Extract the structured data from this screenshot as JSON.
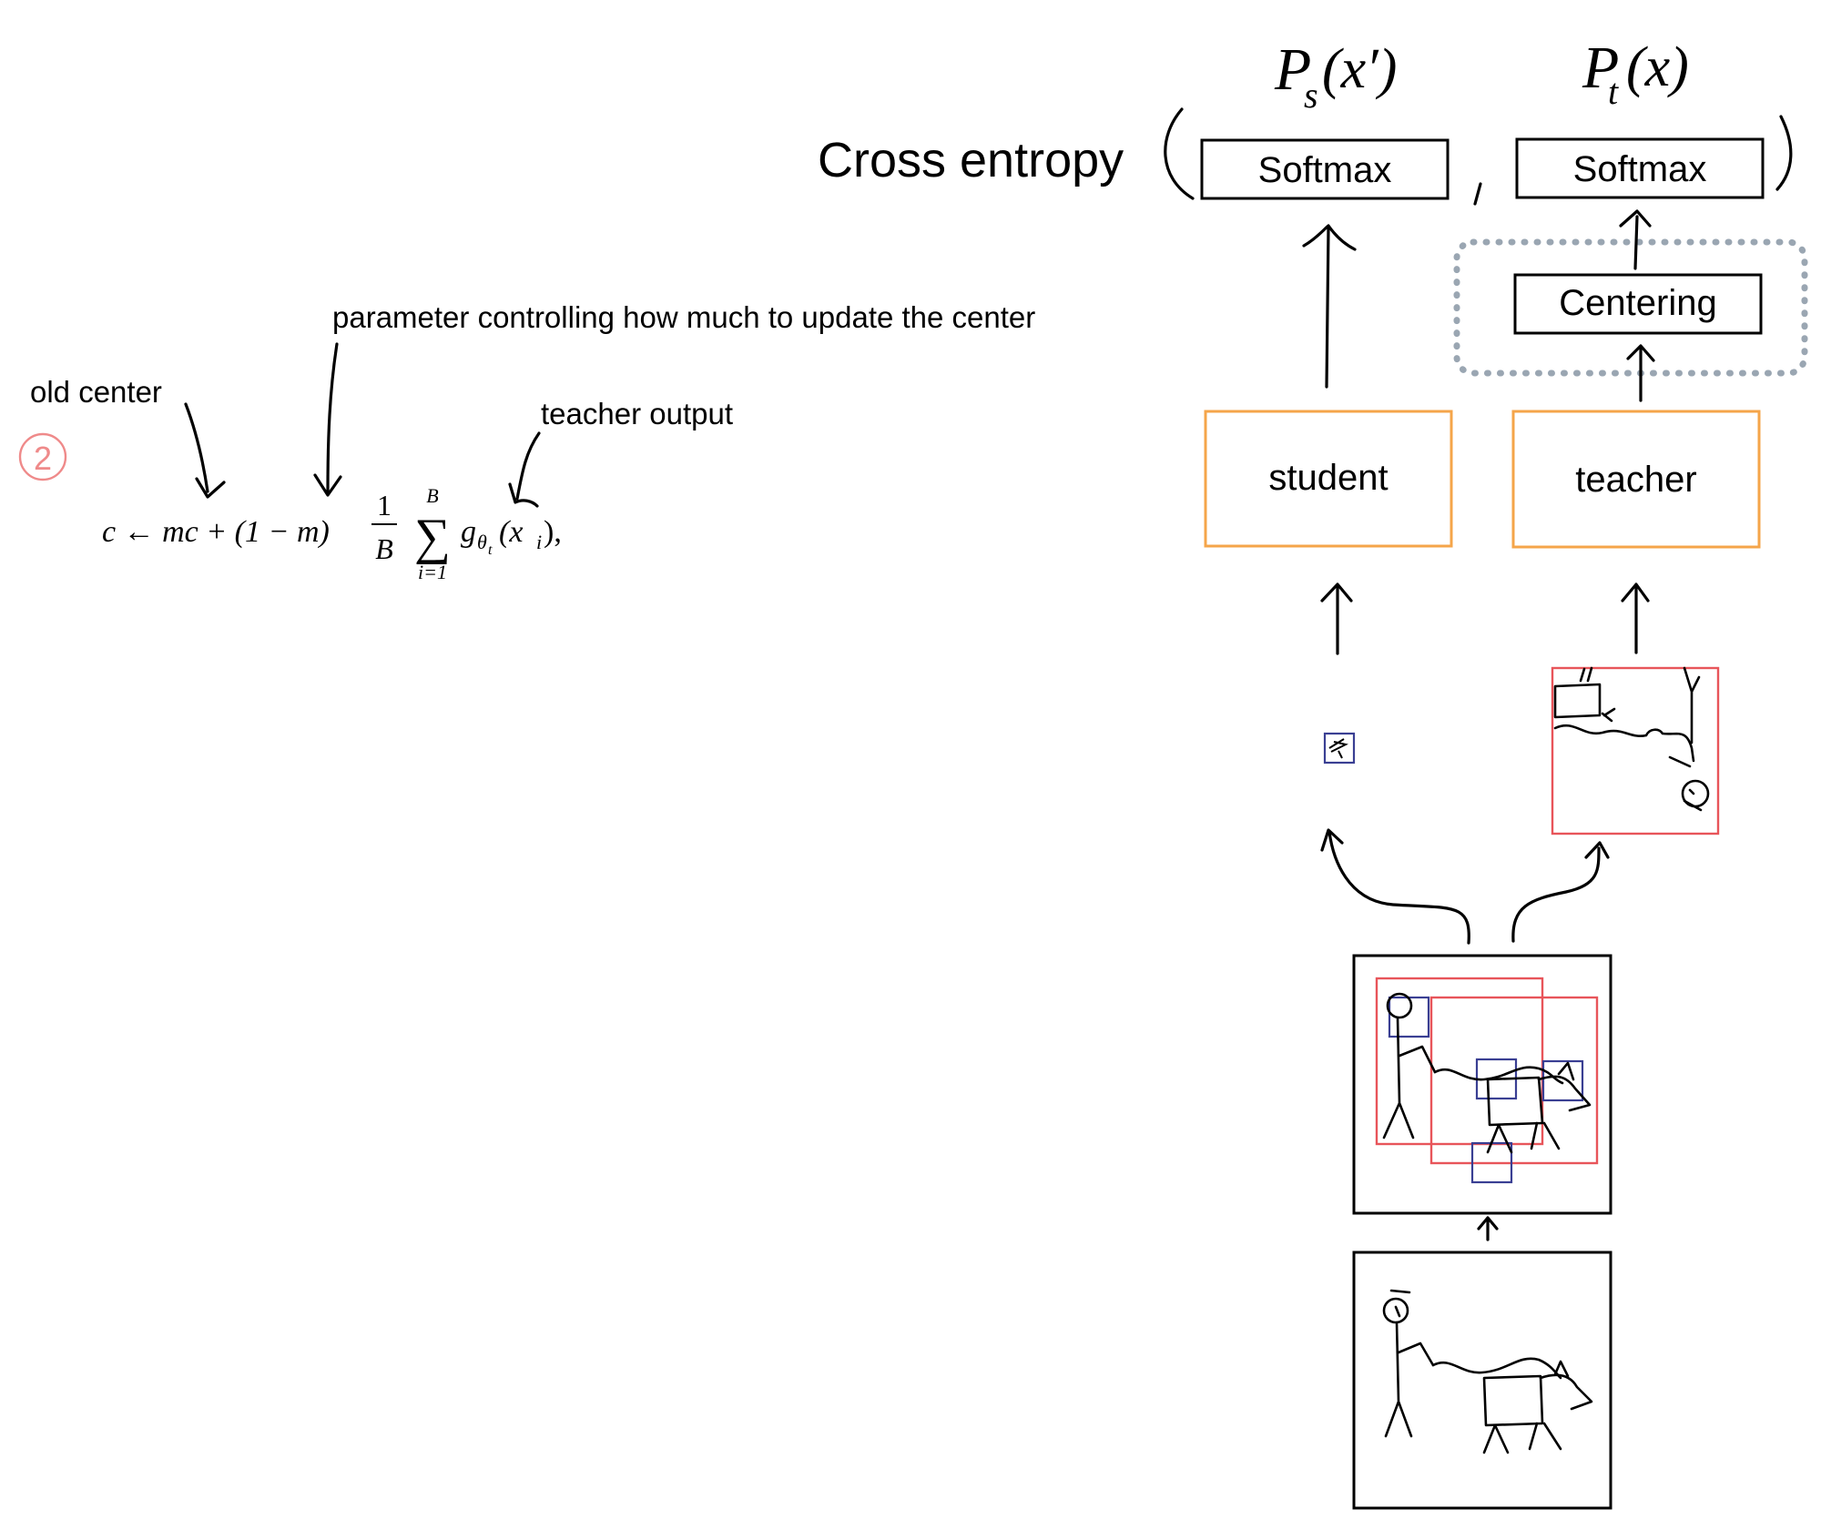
{
  "labels": {
    "cross_entropy": "Cross entropy",
    "softmax_student": "Softmax",
    "softmax_teacher": "Softmax",
    "centering": "Centering",
    "student": "student",
    "teacher": "teacher",
    "ps": "P",
    "ps_sub": "s",
    "ps_arg": "(x′)",
    "pt": "P",
    "pt_sub": "t",
    "pt_arg": "(x)",
    "comma": ","
  },
  "annotations": {
    "param": "parameter controlling how much to update the center",
    "old_center": "old center",
    "teacher_output": "teacher output",
    "step_number": "2"
  },
  "equation": {
    "lhs": "c ← mc + (1 − m)",
    "frac_num": "1",
    "frac_den": "B",
    "sum_sym": "∑",
    "sum_upper": "B",
    "sum_lower": "i=1",
    "g": "g",
    "g_sub": "θ",
    "g_subsub": "t",
    "arg": "(x",
    "arg_sub": "i",
    "arg_end": "),"
  },
  "colors": {
    "model_box": "#f5a54a",
    "crop_large": "#e8555a",
    "crop_small": "#3a3f93",
    "centering_border": "#9aa6b2",
    "step_number": "#ef8a8a"
  }
}
